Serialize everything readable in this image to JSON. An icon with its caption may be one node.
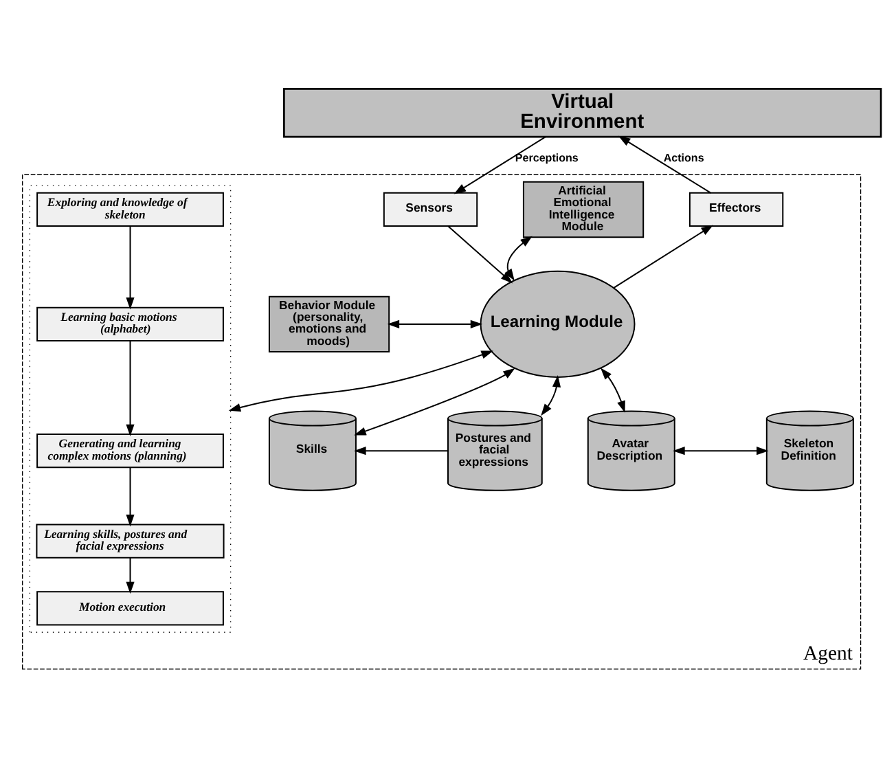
{
  "diagram": {
    "nodes": [
      {
        "text": [
          "Virtual Environment"
        ]
      },
      {
        "text": [
          "Agent"
        ]
      },
      {
        "text": [
          "Sensors"
        ],
        "in": 1
      },
      {
        "text": [
          "Effectors"
        ],
        "in": 1
      },
      {
        "text": [
          "Artificial Emotional Intelligence Module"
        ],
        "in": 1
      },
      {
        "text": [
          "Behavior Module (personality, emotions and moods)"
        ],
        "in": 1
      },
      {
        "text": [
          "Learning Module"
        ],
        "in": 1
      },
      {
        "text": [],
        "shape": "box",
        "in": 1
      },
      {
        "text": [
          "Exploring and knowledge of skeleton"
        ],
        "in": 7
      },
      {
        "text": [
          "Learning basic motions (alphabet)"
        ],
        "in": 7
      },
      {
        "text": [
          "Generating and learning complex motions (planning)"
        ],
        "in": 7
      },
      {
        "text": [
          "Learning skills, postures and facial expressions"
        ],
        "in": 7
      },
      {
        "text": [
          "Motion execution"
        ],
        "in": 7
      },
      {
        "text": [
          "Skills"
        ],
        "in": 1
      },
      {
        "text": [
          "Postures and facial expressions"
        ],
        "in": 1
      },
      {
        "text": [
          "Avatar Description"
        ],
        "in": 1
      },
      {
        "text": [
          "Skeleton Definition"
        ],
        "in": 1
      }
    ],
    "edges": [
      {
        "from": 0,
        "to": 2,
        "arrow": "to",
        "label": "Perceptions"
      },
      {
        "from": 3,
        "to": 0,
        "arrow": "to",
        "label": "Actions"
      },
      {
        "from": 2,
        "to": 6,
        "arrow": "to"
      },
      {
        "from": 6,
        "to": 3,
        "arrow": "to"
      },
      {
        "from": 4,
        "to": 6,
        "arrow": "both"
      },
      {
        "from": 5,
        "to": 6,
        "arrow": "both"
      },
      {
        "from": 6,
        "to": 7,
        "arrow": "both"
      },
      {
        "from": 8,
        "to": 9,
        "arrow": "to"
      },
      {
        "from": 9,
        "to": 10,
        "arrow": "to"
      },
      {
        "from": 10,
        "to": 11,
        "arrow": "to"
      },
      {
        "from": 11,
        "to": 12,
        "arrow": "to"
      },
      {
        "from": 6,
        "to": 13,
        "arrow": "both"
      },
      {
        "from": 6,
        "to": 14,
        "arrow": "both"
      },
      {
        "from": 6,
        "to": 15,
        "arrow": "both"
      },
      {
        "from": 14,
        "to": 13,
        "arrow": "to"
      },
      {
        "from": 15,
        "to": 16,
        "arrow": "both"
      }
    ]
  }
}
